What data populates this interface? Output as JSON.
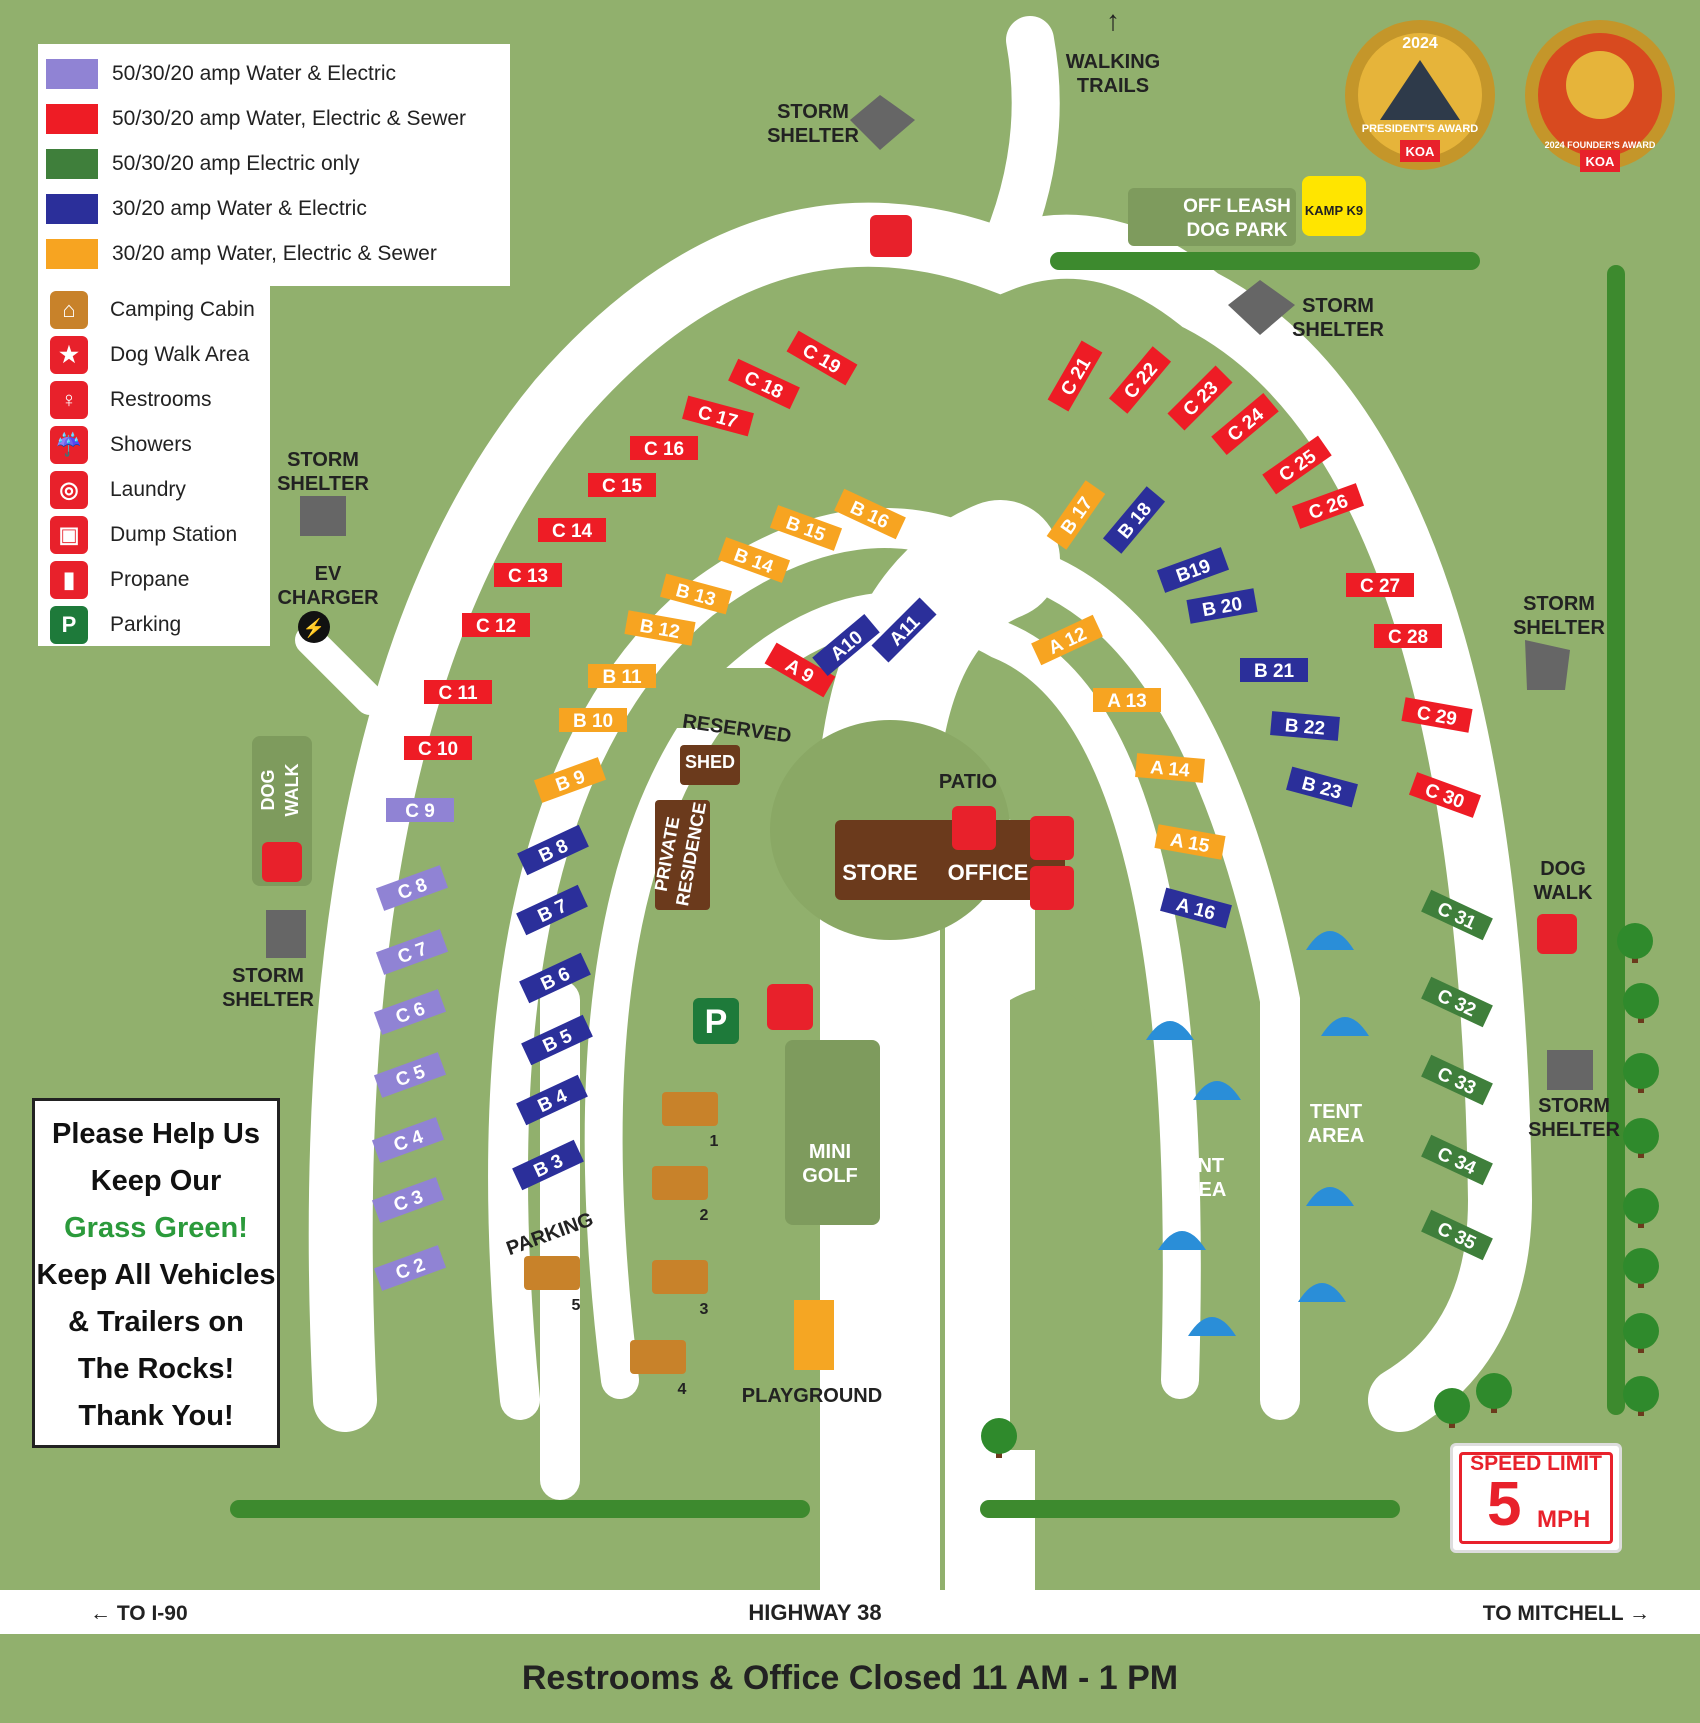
{
  "legend": {
    "items": [
      {
        "label": "50/30/20 amp Water & Electric",
        "color": "#9083d4"
      },
      {
        "label": "50/30/20 amp Water, Electric & Sewer",
        "color": "#ee1c25"
      },
      {
        "label": "50/30/20 amp Electric only",
        "color": "#3f7f3b"
      },
      {
        "label": "30/20 amp Water & Electric",
        "color": "#2b2f9a"
      },
      {
        "label": "30/20 amp Water, Electric & Sewer",
        "color": "#f7a421"
      }
    ],
    "icons": [
      {
        "label": "Camping Cabin",
        "icon": "cabin-icon"
      },
      {
        "label": "Dog Walk Area",
        "icon": "dog-walk-icon"
      },
      {
        "label": "Restrooms",
        "icon": "restrooms-icon"
      },
      {
        "label": "Showers",
        "icon": "shower-icon"
      },
      {
        "label": "Laundry",
        "icon": "laundry-icon"
      },
      {
        "label": "Dump Station",
        "icon": "dump-station-icon"
      },
      {
        "label": "Propane",
        "icon": "propane-icon"
      },
      {
        "label": "Parking",
        "icon": "parking-icon"
      }
    ]
  },
  "colors": {
    "grass": "#91b06d",
    "road": "#ffffff",
    "island": "#8aa865",
    "hedge": "#3d8a2e",
    "red": "#e8212b"
  },
  "sites": {
    "c_loop": [
      "C 2",
      "C 3",
      "C 4",
      "C 5",
      "C 6",
      "C 7",
      "C 8",
      "C 9",
      "C 10",
      "C 11",
      "C 12",
      "C 13",
      "C 14",
      "C 15",
      "C 16",
      "C 17",
      "C 18",
      "C 19",
      "C 21",
      "C 22",
      "C 23",
      "C 24",
      "C 25",
      "C 26",
      "C 27",
      "C 28",
      "C 29",
      "C 30",
      "C 31",
      "C 32",
      "C 33",
      "C 34",
      "C 35"
    ],
    "b_loop": [
      "B 3",
      "B 4",
      "B 5",
      "B 6",
      "B 7",
      "B 8",
      "B 9",
      "B 10",
      "B 11",
      "B 12",
      "B 13",
      "B 14",
      "B 15",
      "B 16",
      "B 17",
      "B 18",
      "B19",
      "B 20",
      "B 21",
      "B 22",
      "B 23"
    ],
    "a_loop": [
      "A 9",
      "A10",
      "A11",
      "A 12",
      "A 13",
      "A 14",
      "A 15",
      "A 16"
    ]
  },
  "places": {
    "storm_shelter": "STORM SHELTER",
    "walking_trails": "WALKING TRAILS",
    "off_leash": "OFF LEASH DOG PARK",
    "kamp_k9": "KAMP K9",
    "ev_charger": "EV CHARGER",
    "dog_walk": "DOG WALK",
    "reserved": "RESERVED",
    "shed": "SHED",
    "private_residence": "PRIVATE RESIDENCE",
    "patio": "PATIO",
    "store": "STORE",
    "office": "OFFICE",
    "mini_golf": "MINI GOLF",
    "parking": "PARKING",
    "playground": "PLAYGROUND",
    "tent_area": "TENT AREA",
    "cabins": [
      "1",
      "2",
      "3",
      "4",
      "5"
    ]
  },
  "awards": {
    "presidents": {
      "year": "2024",
      "text": "PRESIDENT'S AWARD",
      "brand": "KOA"
    },
    "founders": {
      "text": "2024 FOUNDER'S AWARD",
      "brand": "KOA"
    }
  },
  "roads": {
    "highway": "HIGHWAY 38",
    "left": "TO I-90",
    "right": "TO MITCHELL"
  },
  "notice": {
    "l1": "Please Help Us",
    "l2": "Keep Our",
    "l3": "Grass Green!",
    "l4": "Keep All Vehicles",
    "l5": "& Trailers on",
    "l6": "The Rocks!",
    "l7": "Thank You!"
  },
  "speed": {
    "title": "SPEED LIMIT",
    "value": "5",
    "unit": "MPH"
  },
  "footer": "Restrooms & Office Closed 11 AM - 1 PM"
}
